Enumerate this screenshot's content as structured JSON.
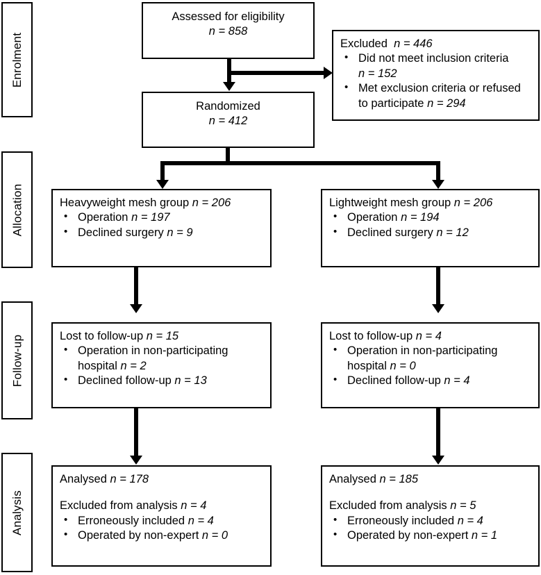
{
  "diagram": {
    "type": "consort-flow-diagram",
    "stages": [
      {
        "id": "enrolment",
        "label": "Enrolment"
      },
      {
        "id": "allocation",
        "label": "Allocation"
      },
      {
        "id": "followup",
        "label": "Follow-up"
      },
      {
        "id": "analysis",
        "label": "Analysis"
      }
    ]
  },
  "enrolment": {
    "assessed": {
      "title": "Assessed for eligibility",
      "count": "n = 858"
    },
    "excluded": {
      "title": "Excluded",
      "count": "n = 446",
      "items": [
        {
          "text": "Did not meet inclusion criteria",
          "count": "n = 152",
          "count_on_new_line": true
        },
        {
          "text": "Met exclusion criteria or refused to participate",
          "count": "n = 294",
          "count_on_new_line": false
        }
      ]
    },
    "randomized": {
      "title": "Randomized",
      "count": "n = 412"
    }
  },
  "allocation": {
    "left": {
      "title": "Heavyweight mesh group",
      "count": "n = 206",
      "items": [
        {
          "text": "Operation",
          "count": "n = 197"
        },
        {
          "text": "Declined surgery",
          "count": "n = 9"
        }
      ]
    },
    "right": {
      "title": "Lightweight mesh group",
      "count": "n = 206",
      "items": [
        {
          "text": "Operation",
          "count": "n = 194"
        },
        {
          "text": "Declined surgery",
          "count": "n = 12"
        }
      ]
    }
  },
  "followup": {
    "left": {
      "title": "Lost to follow-up",
      "count": "n = 15",
      "items": [
        {
          "text": "Operation in non-participating hospital",
          "count": "n = 2"
        },
        {
          "text": "Declined follow-up",
          "count": "n = 13"
        }
      ]
    },
    "right": {
      "title": "Lost to follow-up",
      "count": "n = 4",
      "items": [
        {
          "text": "Operation in non-participating hospital",
          "count": "n = 0"
        },
        {
          "text": "Declined follow-up",
          "count": "n = 4"
        }
      ]
    }
  },
  "analysis": {
    "left": {
      "analysed_title": "Analysed",
      "analysed_count": "n = 178",
      "excluded_title": "Excluded from analysis",
      "excluded_count": "n = 4",
      "items": [
        {
          "text": "Erroneously included",
          "count": "n = 4"
        },
        {
          "text": "Operated by non-expert",
          "count": "n = 0"
        }
      ]
    },
    "right": {
      "analysed_title": "Analysed",
      "analysed_count": "n = 185",
      "excluded_title": "Excluded from analysis",
      "excluded_count": "n = 5",
      "items": [
        {
          "text": "Erroneously included",
          "count": "n = 4"
        },
        {
          "text": "Operated by non-expert",
          "count": "n = 1"
        }
      ]
    }
  },
  "colors": {
    "stroke": "#000000",
    "background": "#ffffff",
    "text": "#000000"
  }
}
